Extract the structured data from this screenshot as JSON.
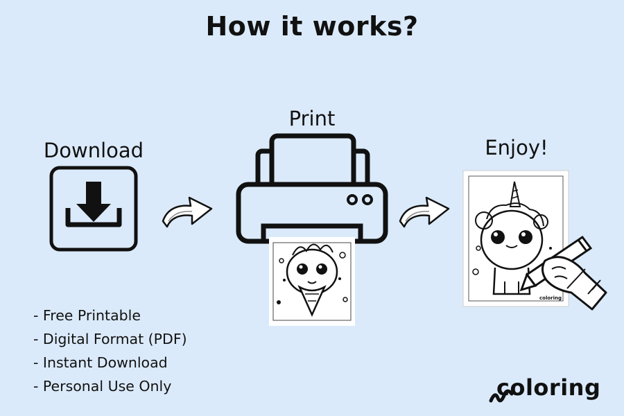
{
  "title": "How it works?",
  "steps": [
    {
      "label": "Download",
      "icon": "download-icon"
    },
    {
      "label": "Print",
      "icon": "printer-icon"
    },
    {
      "label": "Enjoy!",
      "icon": "coloring-page-with-hand-icon"
    }
  ],
  "features": [
    "- Free Printable",
    "- Digital Format (PDF)",
    "- Instant Download",
    "- Personal Use Only"
  ],
  "brand": {
    "name": "coloring",
    "small_watermark": "coloring"
  },
  "colors": {
    "background": "#dbeafa",
    "ink": "#111111"
  }
}
